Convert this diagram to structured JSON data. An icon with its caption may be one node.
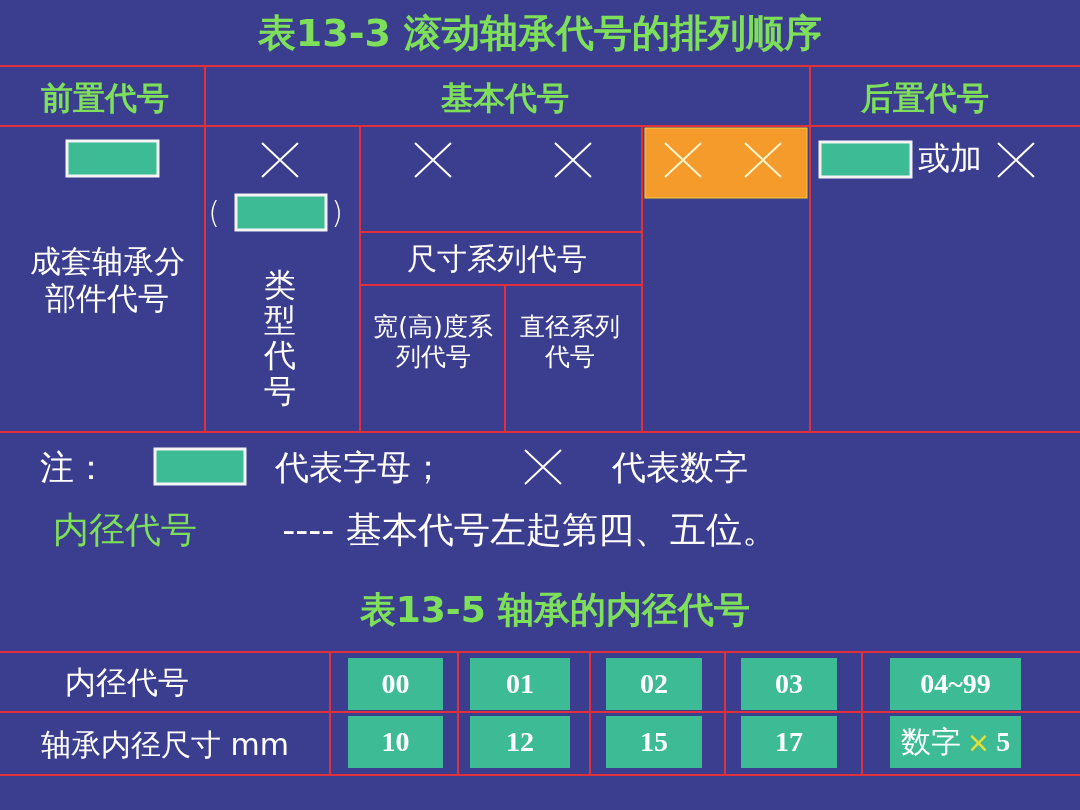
{
  "diagram": {
    "title": "表13-3  滚动轴承代号的排列顺序",
    "labels": [
      "前置代号",
      "基本代号",
      "后置代号",
      "成套轴承分部件代号",
      "(",
      ")",
      "类型代号",
      "或加",
      "尺寸系列代号",
      "宽(高)度系列代号",
      "直径系列代号",
      "注：",
      "内径代号",
      "---- 基本代号左起第四、五位。",
      "表13-5   轴承的内径代号",
      "内径代号",
      "00",
      "01",
      "02",
      "03",
      "04~99",
      "轴承内径尺寸  mm",
      "10",
      "12",
      "15",
      "17",
      "数字",
      "×",
      "5"
    ],
    "legend": [
      {
        "text": "代表字母；"
      },
      {
        "text": "代表数字"
      }
    ]
  }
}
